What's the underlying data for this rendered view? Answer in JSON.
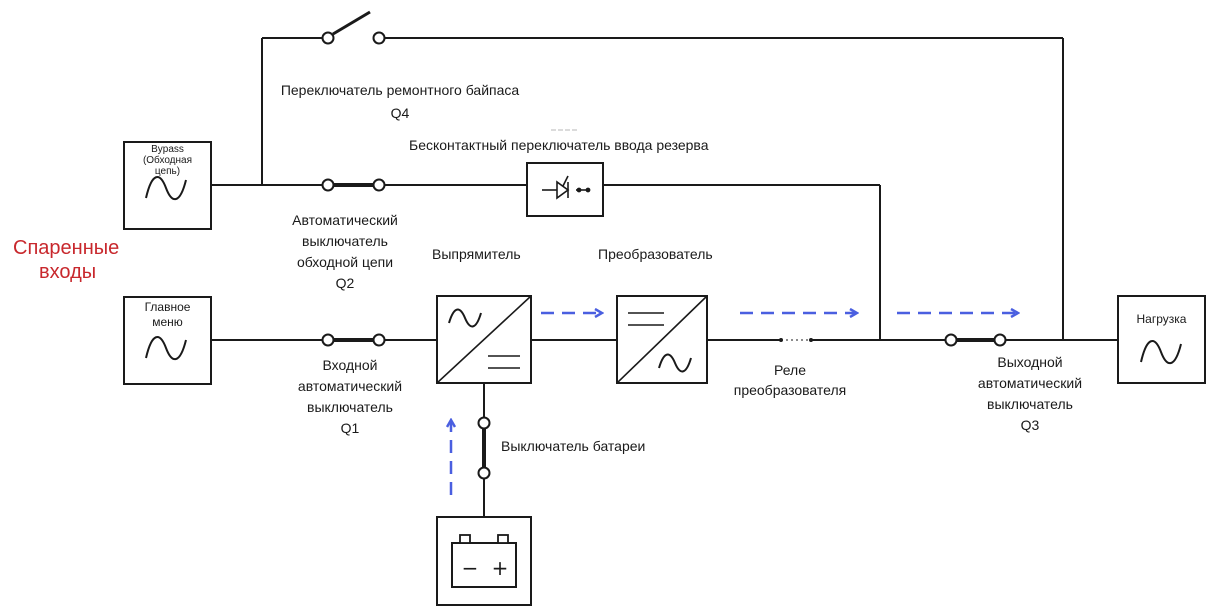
{
  "colors": {
    "line": "#1a1a1a",
    "flow_arrow": "#4a5fe0",
    "paired_inputs": "#c8282d"
  },
  "paired_inputs": {
    "line1": "Спаренные",
    "line2": "входы"
  },
  "sources": {
    "bypass": {
      "line1": "Bypass",
      "line2": "(Обходная",
      "line3": "цепь)",
      "icon": "sine-wave-icon"
    },
    "main": {
      "line1": "Главное",
      "line2": "меню",
      "icon": "sine-wave-icon"
    }
  },
  "load": {
    "label": "Нагрузка",
    "icon": "sine-wave-icon"
  },
  "labels": {
    "q4": {
      "line1": "Переключатель ремонтного байпаса",
      "line2": "Q4"
    },
    "static_switch": "Бесконтактный переключатель ввода резерва",
    "q2": {
      "line1": "Автоматический",
      "line2": "выключатель",
      "line3": "обходной цепи",
      "line4": "Q2"
    },
    "rectifier": "Выпрямитель",
    "inverter": "Преобразователь",
    "q1": {
      "line1": "Входной",
      "line2": "автоматический",
      "line3": "выключатель",
      "line4": "Q1"
    },
    "inverter_relay": {
      "line1": "Реле",
      "line2": "преобразователя"
    },
    "q3": {
      "line1": "Выходной",
      "line2": "автоматический",
      "line3": "выключатель",
      "line4": "Q3"
    },
    "battery_switch": "Выключатель батареи"
  },
  "battery": {
    "minus": "−",
    "plus": "+",
    "icon": "battery-icon"
  }
}
